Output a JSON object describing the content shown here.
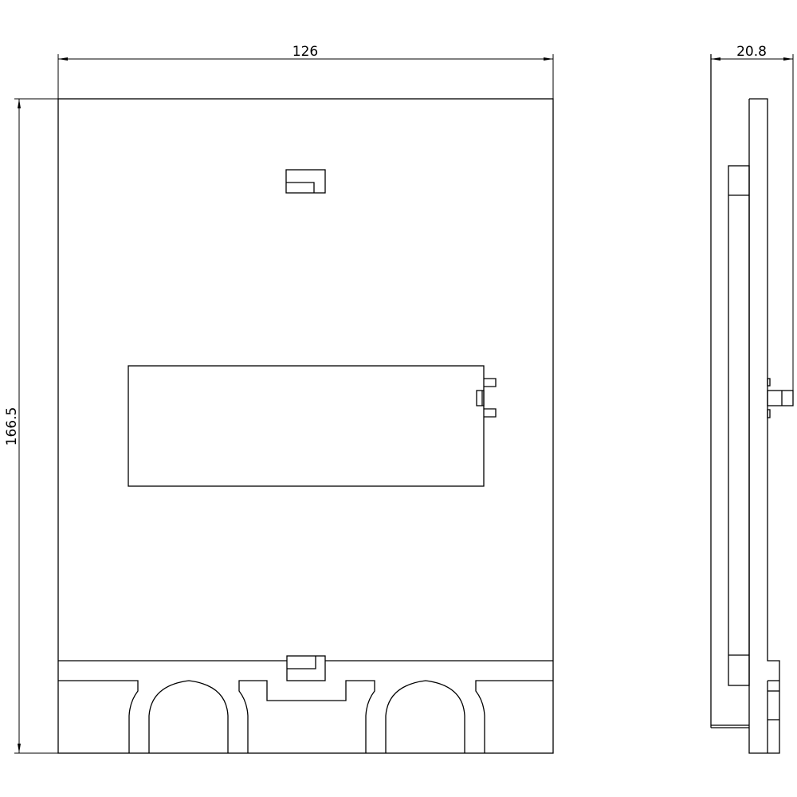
{
  "dimensions": {
    "width": "126",
    "height": "166.5",
    "depth": "20.8"
  },
  "colors": {
    "line": "#000000",
    "background": "#ffffff"
  }
}
